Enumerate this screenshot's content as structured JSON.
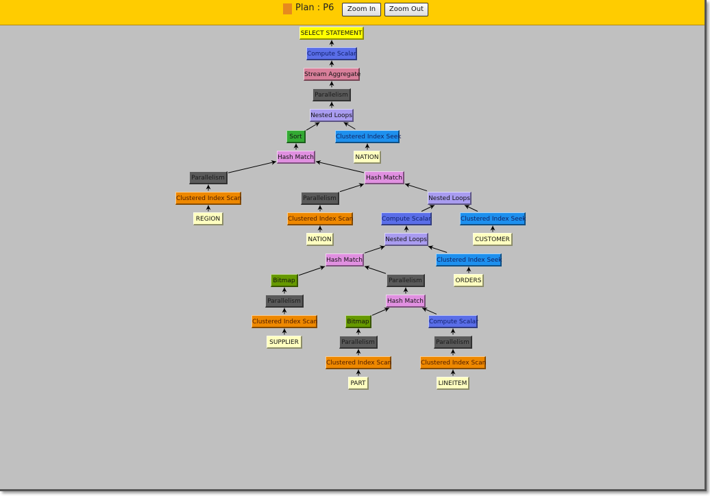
{
  "header": {
    "title": "Plan : P6",
    "zoom_in_label": "Zoom In",
    "zoom_out_label": "Zoom Out",
    "swatch_color": "#e68a1e"
  },
  "node_colors": {
    "select": "#ffff00",
    "compute": "#5a6ee8",
    "aggregate": "#d87f9a",
    "parallelism": "#5a5a5a",
    "loops": "#a99cf0",
    "sort": "#33aa33",
    "seek": "#1e90ee",
    "table": "#ffffc0",
    "hash": "#e090e0",
    "scan": "#ee8800",
    "bitmap": "#669900"
  },
  "nodes": [
    {
      "label": "SELECT STATEMENT",
      "type": "select"
    },
    {
      "label": "Compute Scalar",
      "type": "compute"
    },
    {
      "label": "Stream Aggregate",
      "type": "aggregate"
    },
    {
      "label": "Parallelism",
      "type": "parallelism"
    },
    {
      "label": "Nested Loops",
      "type": "loops"
    },
    {
      "label": "Sort",
      "type": "sort"
    },
    {
      "label": "Clustered Index Seek",
      "type": "seek"
    },
    {
      "label": "NATION",
      "type": "table"
    },
    {
      "label": "Hash Match",
      "type": "hash"
    },
    {
      "label": "Parallelism",
      "type": "parallelism"
    },
    {
      "label": "Hash Match",
      "type": "hash"
    },
    {
      "label": "Clustered Index Scan",
      "type": "scan"
    },
    {
      "label": "REGION",
      "type": "table"
    },
    {
      "label": "Parallelism",
      "type": "parallelism"
    },
    {
      "label": "Nested Loops",
      "type": "loops"
    },
    {
      "label": "Clustered Index Scan",
      "type": "scan"
    },
    {
      "label": "NATION",
      "type": "table"
    },
    {
      "label": "Compute Scalar",
      "type": "compute"
    },
    {
      "label": "Clustered Index Seek",
      "type": "seek"
    },
    {
      "label": "CUSTOMER",
      "type": "table"
    },
    {
      "label": "Nested Loops",
      "type": "loops"
    },
    {
      "label": "Clustered Index Seek",
      "type": "seek"
    },
    {
      "label": "ORDERS",
      "type": "table"
    },
    {
      "label": "Hash Match",
      "type": "hash"
    },
    {
      "label": "Bitmap",
      "type": "bitmap"
    },
    {
      "label": "Parallelism",
      "type": "parallelism"
    },
    {
      "label": "Parallelism",
      "type": "parallelism"
    },
    {
      "label": "Clustered Index Scan",
      "type": "scan"
    },
    {
      "label": "SUPPLIER",
      "type": "table"
    },
    {
      "label": "Hash Match",
      "type": "hash"
    },
    {
      "label": "Bitmap",
      "type": "bitmap"
    },
    {
      "label": "Compute Scalar",
      "type": "compute"
    },
    {
      "label": "Parallelism",
      "type": "parallelism"
    },
    {
      "label": "Clustered Index Scan",
      "type": "scan"
    },
    {
      "label": "PART",
      "type": "table"
    },
    {
      "label": "Parallelism",
      "type": "parallelism"
    },
    {
      "label": "Clustered Index Scan",
      "type": "scan"
    },
    {
      "label": "LINEITEM",
      "type": "table"
    }
  ]
}
